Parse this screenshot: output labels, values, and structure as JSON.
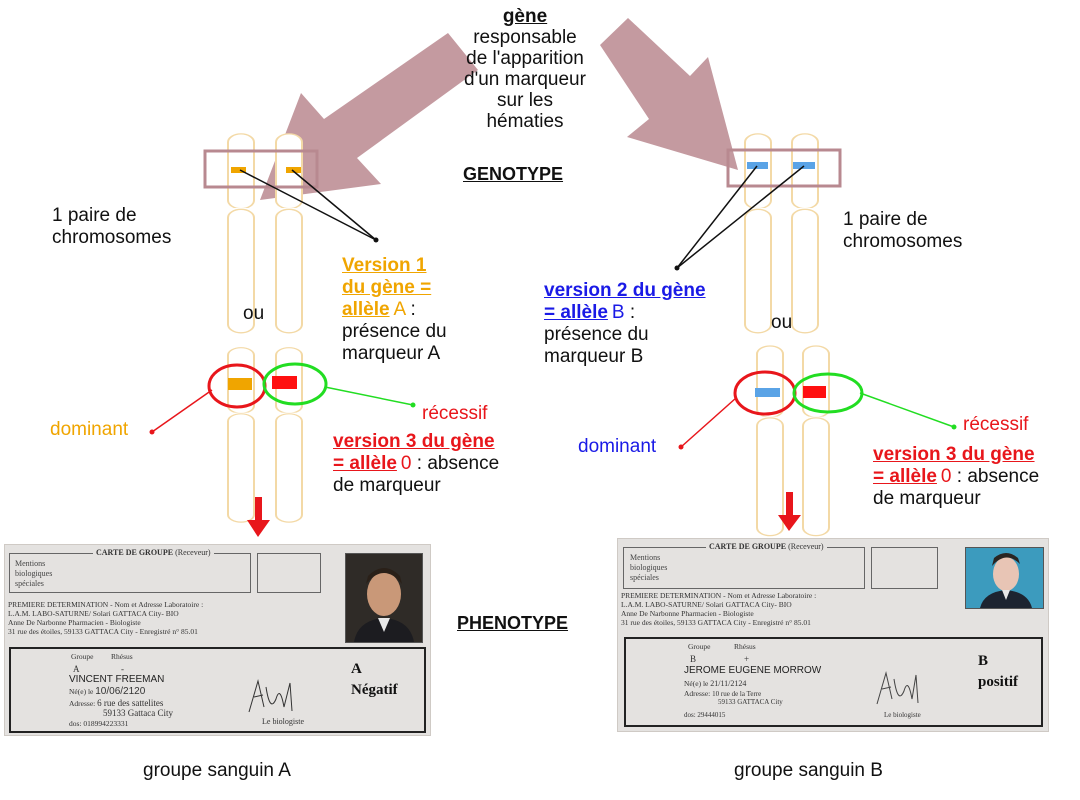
{
  "top": {
    "gene_label": "gène",
    "gene_desc": [
      "responsable",
      "de l'apparition",
      "d'un marqueur",
      "sur les",
      "hématies"
    ],
    "genotype": "GENOTYPE",
    "phenotype": "PHENOTYPE"
  },
  "left": {
    "pair_label": [
      "1 paire de",
      "chromosomes"
    ],
    "or": "ou",
    "allele_title": [
      "Version 1",
      "du gène =",
      "allèle"
    ],
    "allele_letter": "A",
    "allele_colon": " :",
    "allele_desc": [
      "présence du",
      "marqueur A"
    ],
    "dominant": "dominant",
    "recessif": "récessif",
    "v3_title": [
      "version 3 du gène",
      "= allèle"
    ],
    "v3_zero": "0",
    "v3_desc_rest": " : absence",
    "v3_desc_line2": "de marqueur",
    "group_label": "groupe sanguin A",
    "card": {
      "title": "CARTE DE GROUPE",
      "title_suffix": "(Receveur)",
      "mentions": [
        "Mentions",
        "biologiques",
        "spéciales"
      ],
      "lab_lines": [
        "PREMIERE DETERMINATION - Nom et Adresse Laboratoire :",
        "L.A.M. LABO-SATURNE/ Solari GATTACA City- BIO",
        "Anne De Narbonne Pharmacien - Biologiste",
        "31 rue des étoiles, 59133 GATTACA City - Enregistré n° 85.01"
      ],
      "col_groupe": "Groupe",
      "col_rhesus": "Rhésus",
      "groupe_value": "A",
      "rhesus_value": "-",
      "name": "VINCENT FREEMAN",
      "born_label": "Né(e) le",
      "born": "10/06/2120",
      "address_label": "Adresse:",
      "address": "6 rue des sattelites",
      "city": "59133 Gattaca City",
      "dos": "dos: 018994223331",
      "biologist": "Le biologiste",
      "result_group": "A",
      "result_rh": "Négatif"
    }
  },
  "right": {
    "pair_label": [
      "1 paire de",
      "chromosomes"
    ],
    "or": "ou",
    "allele_title": [
      "version 2 du gène",
      "= allèle"
    ],
    "allele_letter": "B",
    "allele_colon": " :",
    "allele_desc": [
      "présence du",
      "marqueur B"
    ],
    "dominant": "dominant",
    "recessif": "récessif",
    "v3_title": [
      "version 3 du gène",
      "= allèle"
    ],
    "v3_zero": "0",
    "v3_desc_rest": " : absence",
    "v3_desc_line2": "de marqueur",
    "group_label": "groupe sanguin B",
    "card": {
      "title": "CARTE DE GROUPE",
      "title_suffix": "(Receveur)",
      "mentions": [
        "Mentions",
        "biologiques",
        "spéciales"
      ],
      "lab_lines": [
        "PREMIERE DETERMINATION - Nom et Adresse Laboratoire :",
        "L.A.M. LABO-SATURNE/ Solari GATTACA City- BIO",
        "Anne De Narbonne Pharmacien - Biologiste",
        "31 rue des étoiles, 59133 GATTACA City - Enregistré n° 85.01"
      ],
      "col_groupe": "Groupe",
      "col_rhesus": "Rhésus",
      "groupe_value": "B",
      "rhesus_value": "+",
      "name": "JEROME EUGENE MORROW",
      "born_label": "Né(e) le",
      "born": "21/11/2124",
      "address_label": "Adresse:",
      "address": "10 rue de la Terre",
      "city": "59133 GATTACA City",
      "dos": "dos: 29444015",
      "biologist": "Le biologiste",
      "result_group": "B",
      "result_rh": "positif"
    }
  },
  "colors": {
    "arrow": "#c49aa0",
    "orange": "#f0a500",
    "blue": "#1a1ae6",
    "red": "#e8161b",
    "green": "#22dd22",
    "chromosome": "#f3d9a6",
    "marker_blue": "#5aa3e6",
    "marker_red": "#ff1010"
  }
}
